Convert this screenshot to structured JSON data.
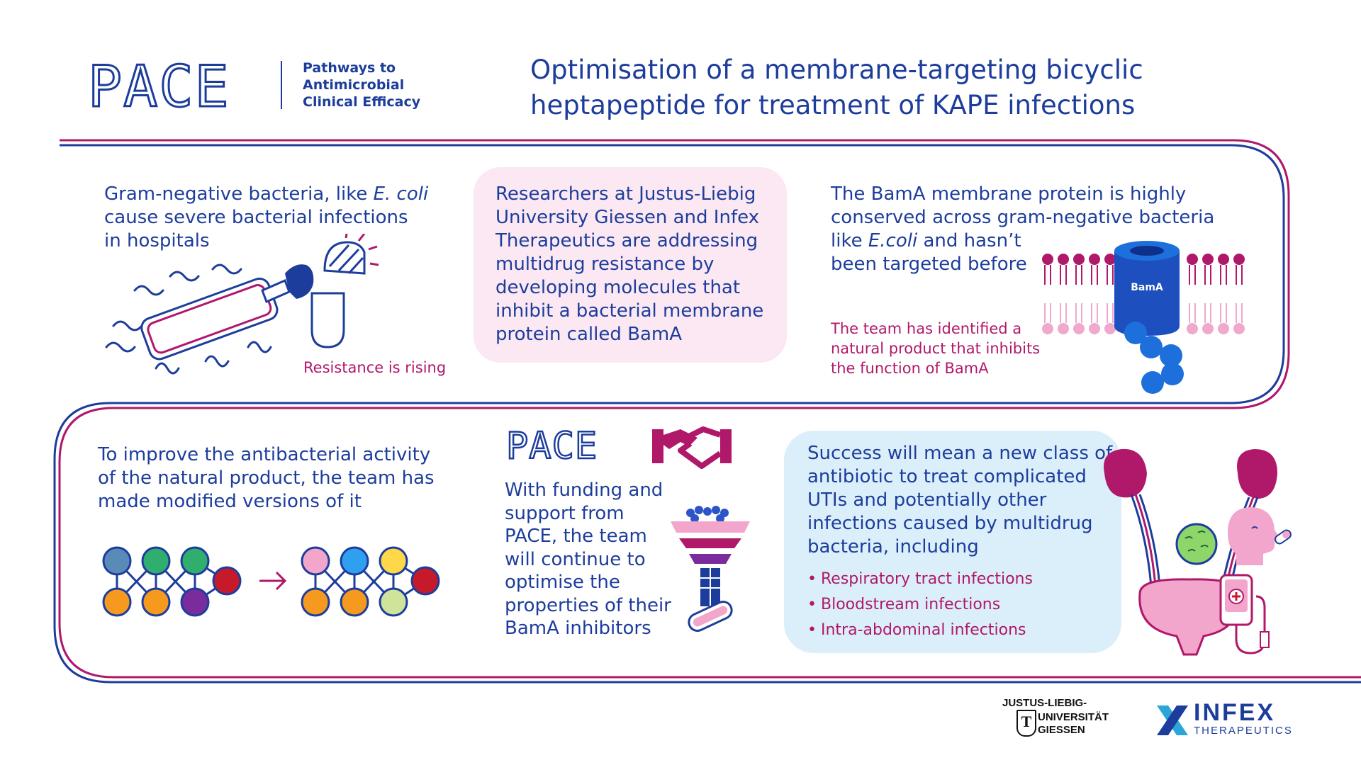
{
  "header": {
    "logo_text": "PACE",
    "tagline": [
      "Pathways to",
      "Antimicrobial",
      "Clinical Efficacy"
    ],
    "title_line1": "Optimisation of a membrane-targeting bicyclic",
    "title_line2": "heptapeptide for treatment of KAPE infections"
  },
  "panel1": {
    "line1_pre": "Gram-negative bacteria, like ",
    "line1_italic": "E. coli",
    "line2": "cause severe bacterial infections",
    "line3": "in hospitals",
    "caption": "Resistance is rising"
  },
  "panel2": {
    "lines": [
      "Researchers at Justus-Liebig",
      "University Giessen and Infex",
      "Therapeutics are addressing",
      "multidrug resistance by",
      "developing molecules that",
      "inhibit a bacterial membrane",
      "protein called BamA"
    ]
  },
  "panel3": {
    "line1": "The BamA membrane protein is highly",
    "line2": "conserved across gram-negative bacteria",
    "line3_pre": "like ",
    "line3_italic": "E.coli",
    "line3_post": " and hasn’t",
    "line4": "been targeted before",
    "protein_label": "BamA",
    "caption": [
      "The team has identified a",
      "natural product that inhibits",
      "the function of BamA"
    ]
  },
  "panel4": {
    "lines": [
      "To improve the antibacterial activity",
      "of the natural product, the team has",
      "made modified versions of it"
    ]
  },
  "panel5": {
    "logo_text": "PACE",
    "lines": [
      "With funding and",
      "support from",
      "PACE, the team",
      "will continue to",
      "optimise the",
      "properties of their",
      "BamA inhibitors"
    ]
  },
  "panel6": {
    "lines": [
      "Success will mean a new class of",
      "antibiotic to treat complicated",
      "UTIs and potentially other",
      "infections caused by multidrug",
      "bacteria, including"
    ],
    "bullets": [
      "Respiratory tract infections",
      "Bloodstream infections",
      "Intra-abdominal infections"
    ]
  },
  "footer": {
    "jlu_line1": "JUSTUS-LIEBIG-",
    "jlu_line2": "UNIVERSITÄT",
    "jlu_line3": "GIESSEN",
    "jlu_emblem": "T",
    "infex_name": "INFEX",
    "infex_sub": "THERAPEUTICS"
  },
  "colors": {
    "blue": "#1d3d9c",
    "magenta": "#b0186a",
    "light_pink": "#fbe8f2",
    "light_blue": "#dbeffa"
  },
  "icons": [
    "bacterium-icon",
    "boxing-glove-icon",
    "broken-capsule-icon",
    "membrane-protein-icon",
    "molecule-network-icon",
    "handshake-icon",
    "funnel-icon",
    "kidneys-bladder-icon",
    "head-inhaling-icon",
    "iv-drip-icon"
  ]
}
